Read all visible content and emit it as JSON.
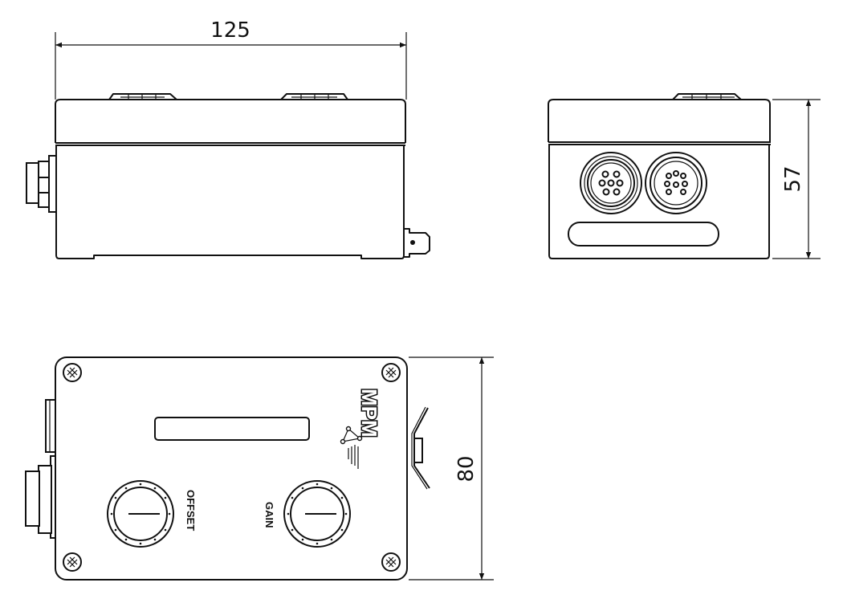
{
  "drawing": {
    "dimensions": {
      "length": "125",
      "height": "57",
      "width": "80"
    },
    "labels": {
      "offset": "OFFSET",
      "gain": "GAIN"
    },
    "logo": "MPM",
    "line_color": "#111111",
    "background": "#ffffff"
  }
}
